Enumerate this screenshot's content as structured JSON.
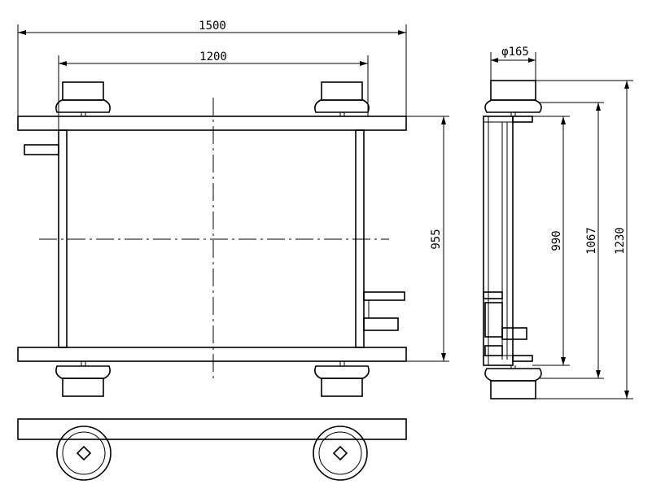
{
  "dimensions": {
    "front_overall_width": "1500",
    "front_inner_width": "1200",
    "front_height": "955",
    "side_diameter": "φ165",
    "side_inner_height": "990",
    "side_mid_height": "1067",
    "side_overall_height": "1230"
  }
}
